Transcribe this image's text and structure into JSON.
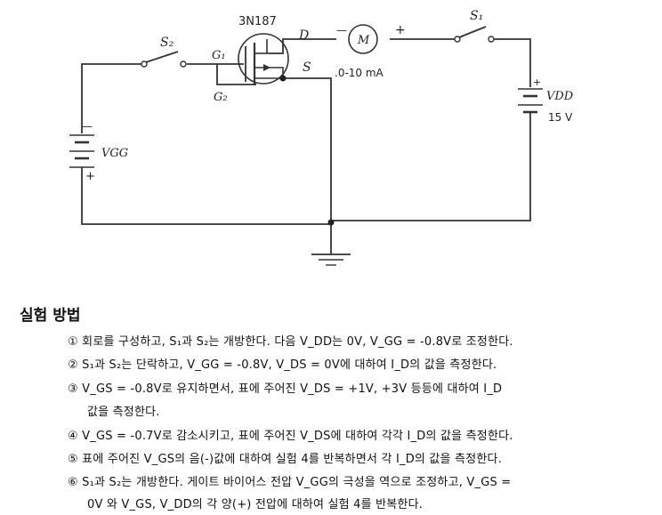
{
  "circuit": {
    "transistor": "3N187",
    "drain": "D",
    "source": "S",
    "gate1": "G₁",
    "gate2": "G₂",
    "switch1": "S₁",
    "switch2": "S₂",
    "meter": "M",
    "meter_range": ".0-10 mA",
    "meter_minus": "—",
    "meter_plus": "+",
    "vdd_label": "VDD",
    "vdd_value": "15 V",
    "vdd_plus": "+",
    "vgg_label": "VGG",
    "vgg_minus": "—",
    "vgg_plus": "+"
  },
  "procedure": {
    "title": "실험 방법",
    "steps": [
      "① 회로를 구성하고, S₁과 S₂는 개방한다. 다음 V_DD는 0V, V_GG = -0.8V로 조정한다.",
      "② S₁과 S₂는 단락하고, V_GG = -0.8V, V_DS = 0V에 대하여 I_D의 값을 측정한다.",
      "③ V_GS = -0.8V로 유지하면서, 표에 주어진 V_DS = +1V, +3V 등등에 대하여 I_D",
      "값을 측정한다.",
      "④ V_GS = -0.7V로 감소시키고, 표에 주어진 V_DS에 대하여 각각 I_D의 값을 측정한다.",
      "⑤ 표에 주어진 V_GS의 음(-)값에 대하여 실험 4를 반복하면서 각 I_D의 값을 측정한다.",
      "⑥ S₁과 S₂는 개방한다. 게이트 바이어스 전압 V_GG의 극성을 역으로 조정하고, V_GS =",
      "0V 와 V_GS, V_DD의 각 양(+) 전압에 대하여 실험 4를 반복한다."
    ]
  }
}
